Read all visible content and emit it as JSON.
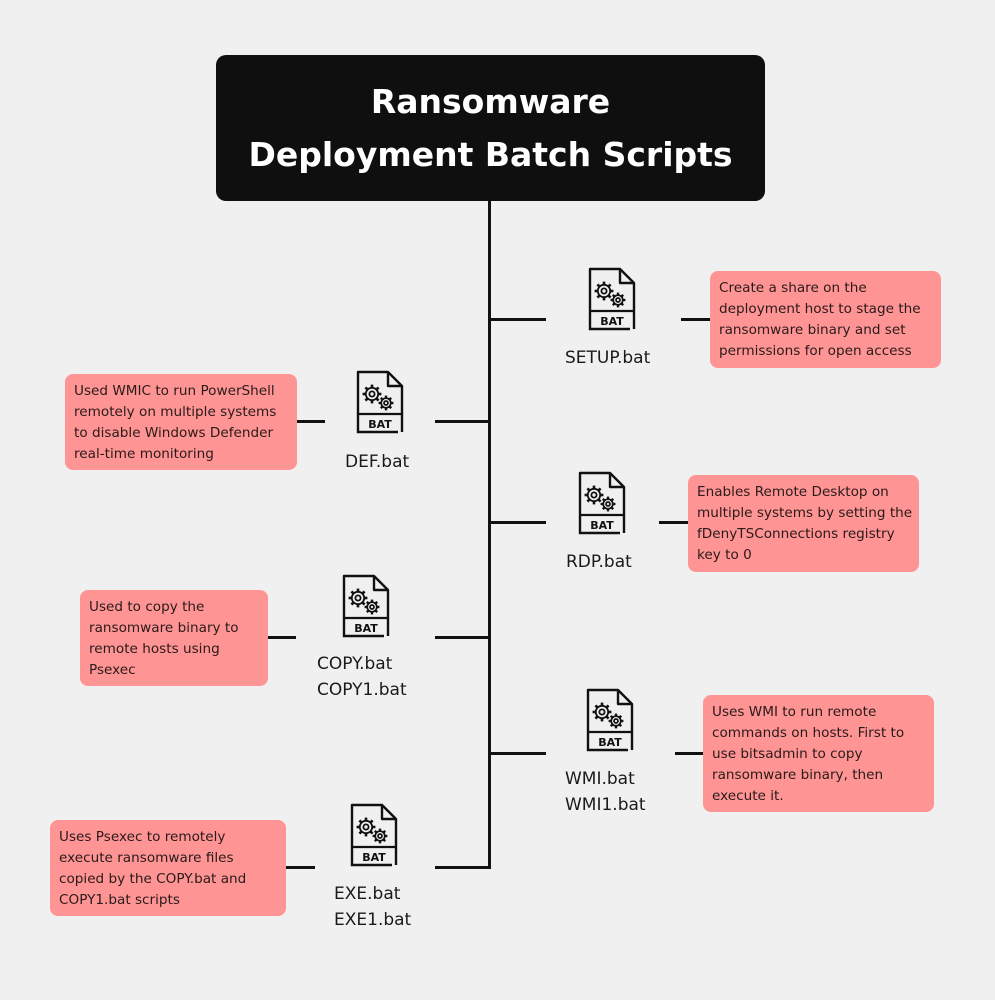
{
  "title": {
    "line1": "Ransomware",
    "line2": "Deployment Batch Scripts"
  },
  "colors": {
    "background": "#f0f0f0",
    "title_bg": "#0f0f0f",
    "note_bg": "#ff9494",
    "line": "#111111"
  },
  "icon": {
    "name": "bat-file-gears-icon",
    "badge_text": "BAT"
  },
  "scripts": [
    {
      "id": "setup",
      "side": "right",
      "names": [
        "SETUP.bat"
      ],
      "description": [
        "Create a share on the",
        "deployment host to stage the",
        "ransomware binary and set",
        "permissions for open access"
      ]
    },
    {
      "id": "def",
      "side": "left",
      "names": [
        "DEF.bat"
      ],
      "description": [
        "Used WMIC to run PowerShell",
        "remotely on multiple systems",
        "to disable Windows Defender",
        "real-time monitoring"
      ]
    },
    {
      "id": "rdp",
      "side": "right",
      "names": [
        "RDP.bat"
      ],
      "description": [
        "Enables Remote Desktop on",
        "multiple systems by setting the",
        "fDenyTSConnections registry",
        "key to 0"
      ]
    },
    {
      "id": "copy",
      "side": "left",
      "names": [
        "COPY.bat",
        "COPY1.bat"
      ],
      "description": [
        "Used to copy the",
        "ransomware binary to",
        "remote hosts using",
        "Psexec"
      ]
    },
    {
      "id": "wmi",
      "side": "right",
      "names": [
        "WMI.bat",
        "WMI1.bat"
      ],
      "description": [
        "Uses WMI to run remote",
        "commands on hosts. First to",
        "use bitsadmin to copy",
        "ransomware binary, then",
        "execute it."
      ]
    },
    {
      "id": "exe",
      "side": "left",
      "names": [
        "EXE.bat",
        "EXE1.bat"
      ],
      "description": [
        "Uses Psexec to remotely",
        "execute ransomware files",
        "copied by the COPY.bat and",
        "COPY1.bat scripts"
      ]
    }
  ]
}
